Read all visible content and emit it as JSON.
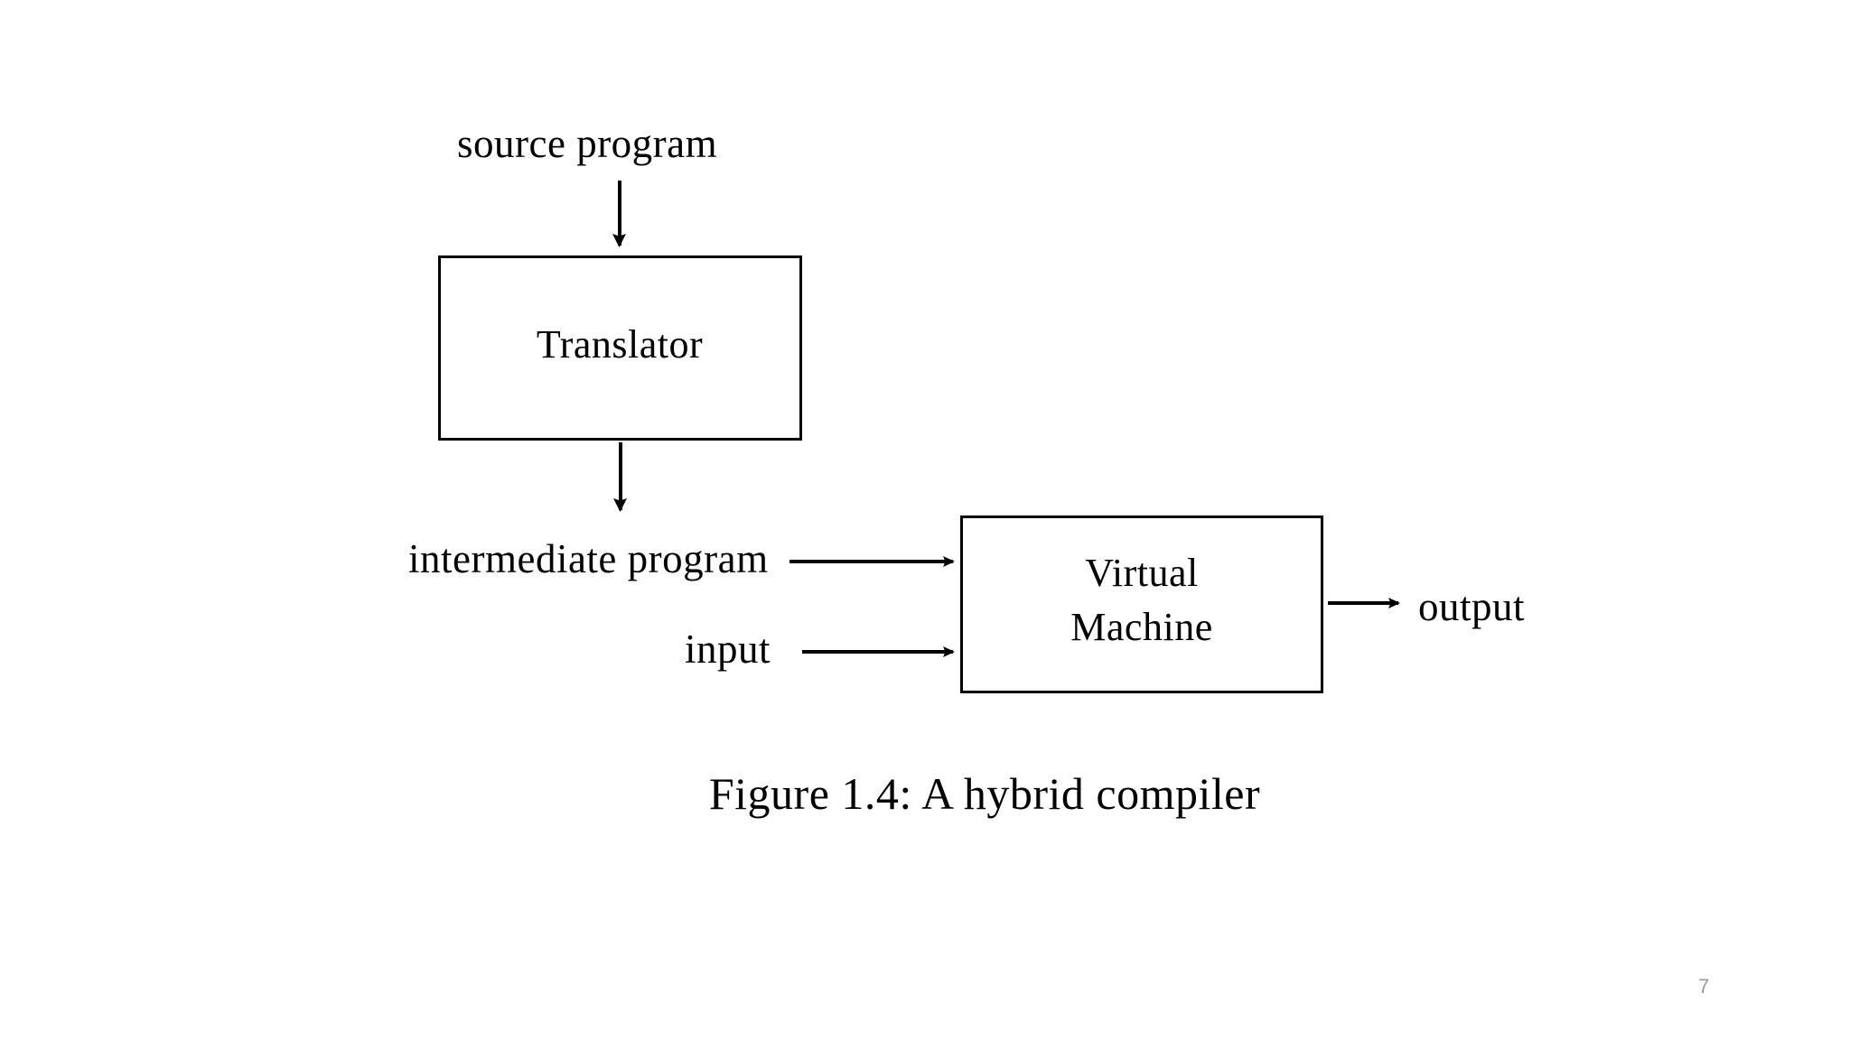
{
  "slide": {
    "page_number": "7",
    "background_color": "#ffffff",
    "ink_color": "#000000",
    "page_number_color": "#9a9a9a"
  },
  "figure": {
    "caption": "Figure 1.4: A hybrid compiler",
    "boxes": [
      {
        "id": "translator",
        "label": "Translator"
      },
      {
        "id": "virtual-machine",
        "label_line1": "Virtual",
        "label_line2": "Machine"
      }
    ],
    "labels": {
      "source_program": "source program",
      "intermediate_program": "intermediate program",
      "input": "input",
      "output": "output"
    },
    "edges": [
      {
        "from": "source program",
        "to": "Translator",
        "direction": "down"
      },
      {
        "from": "Translator",
        "to": "intermediate program",
        "direction": "down"
      },
      {
        "from": "intermediate program",
        "to": "Virtual Machine",
        "direction": "right"
      },
      {
        "from": "input",
        "to": "Virtual Machine",
        "direction": "right"
      },
      {
        "from": "Virtual Machine",
        "to": "output",
        "direction": "right"
      }
    ]
  }
}
